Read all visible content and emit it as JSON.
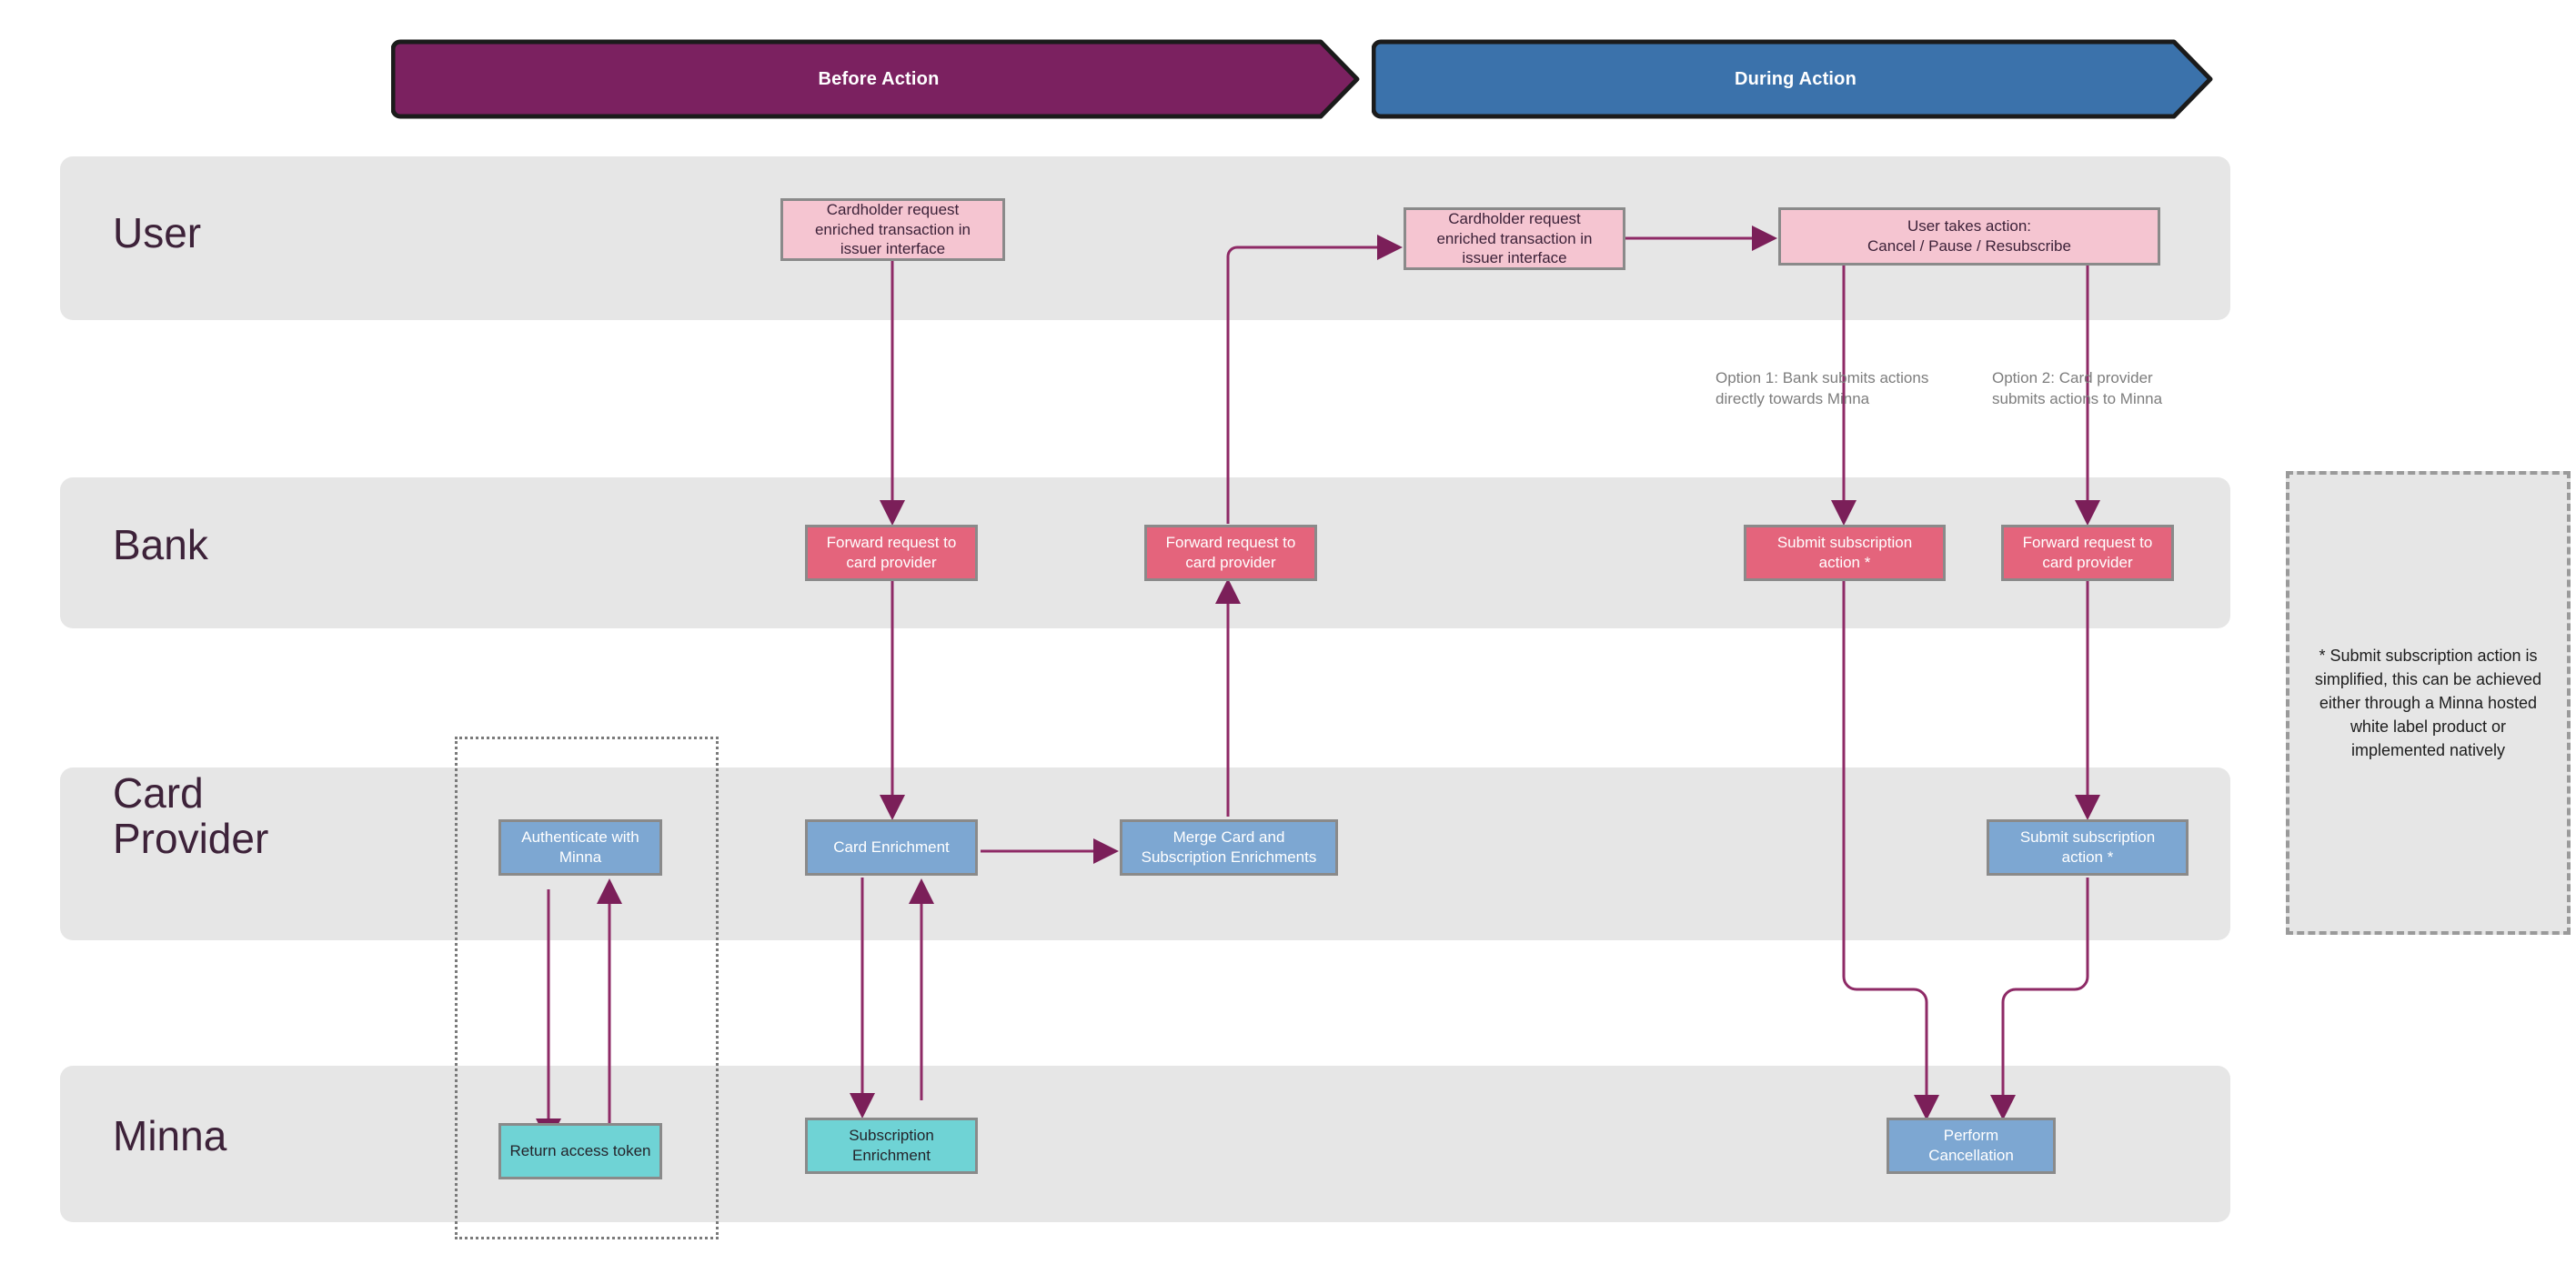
{
  "phases": [
    {
      "id": "before",
      "label": "Before Action",
      "color": "#7b2160"
    },
    {
      "id": "during",
      "label": "During Action",
      "color": "#3b72ab"
    }
  ],
  "lanes": [
    {
      "id": "user",
      "label": "User"
    },
    {
      "id": "bank",
      "label": "Bank"
    },
    {
      "id": "card",
      "label": "Card\nProvider"
    },
    {
      "id": "minna",
      "label": "Minna"
    }
  ],
  "nodes": [
    {
      "id": "cardholder-request-1",
      "lane": "user",
      "label": "Cardholder request\nenriched transaction in\nissuer interface"
    },
    {
      "id": "cardholder-request-2",
      "lane": "user",
      "label": "Cardholder request\nenriched transaction in\nissuer interface"
    },
    {
      "id": "user-takes-action",
      "lane": "user",
      "label": "User takes action:\nCancel / Pause / Resubscribe"
    },
    {
      "id": "forward-request-1",
      "lane": "bank",
      "label": "Forward request to\ncard provider"
    },
    {
      "id": "forward-request-2",
      "lane": "bank",
      "label": "Forward request to\ncard provider"
    },
    {
      "id": "submit-subscription-bank",
      "lane": "bank",
      "label": "Submit subscription\naction *"
    },
    {
      "id": "forward-request-3",
      "lane": "bank",
      "label": "Forward request to\ncard provider"
    },
    {
      "id": "authenticate-with-minna",
      "lane": "card",
      "label": "Authenticate with\nMinna"
    },
    {
      "id": "card-enrichment",
      "lane": "card",
      "label": "Card Enrichment"
    },
    {
      "id": "merge-enrichments",
      "lane": "card",
      "label": "Merge Card and\nSubscription Enrichments"
    },
    {
      "id": "submit-subscription-card",
      "lane": "card",
      "label": "Submit subscription\naction *"
    },
    {
      "id": "return-access-token",
      "lane": "minna",
      "label": "Return access token"
    },
    {
      "id": "subscription-enrichment",
      "lane": "minna",
      "label": "Subscription\nEnrichment"
    },
    {
      "id": "perform-cancellation",
      "lane": "minna",
      "label": "Perform\nCancellation"
    }
  ],
  "annotations": [
    {
      "id": "option-1",
      "text": "Option 1: Bank submits actions\ndirectly towards Minna"
    },
    {
      "id": "option-2",
      "text": "Option 2: Card provider\nsubmits actions to Minna"
    }
  ],
  "footnote": {
    "text": "* Submit subscription action is simplified, this can be achieved either through a Minna hosted white label product or implemented natively"
  },
  "colors": {
    "phase_before": "#7b2160",
    "phase_during": "#3b72ab",
    "lane_background": "#e6e6e6",
    "lane_title": "#3d2239",
    "user_node": "#f5c5d1",
    "bank_node": "#e4647c",
    "card_node": "#7da7d2",
    "minna_node": "#6fd3d5",
    "connector": "#8e2a66",
    "node_border": "#8a8a8a",
    "annotation_text": "#7d7d7d"
  }
}
